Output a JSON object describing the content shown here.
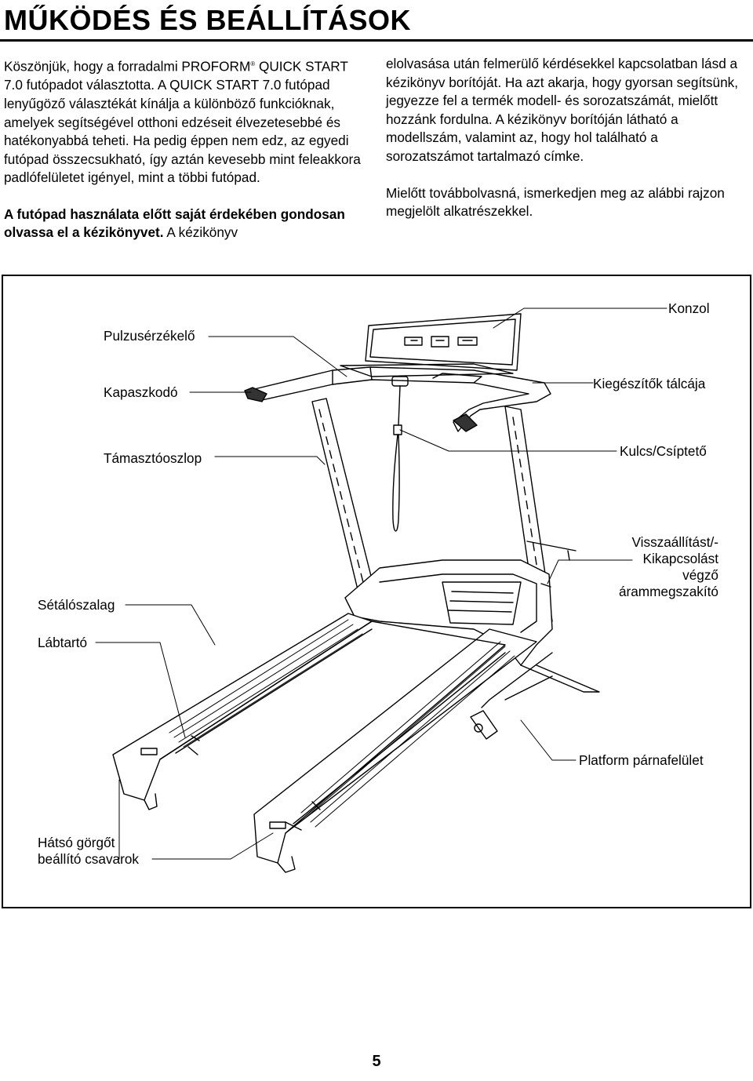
{
  "page": {
    "title": "MŰKÖDÉS ÉS BEÁLLÍTÁSOK",
    "page_number": "5"
  },
  "intro": {
    "p1_a": "Köszönjük, hogy a forradalmi PROFORM",
    "p1_reg": "®",
    "p1_b": " QUICK START 7.0 futópadot választotta. A QUICK START 7.0 futópad lenyűgöző választékát kínálja a különböző funkcióknak, amelyek segítségével otthoni edzéseit élvezetesebbé és hatékonyabbá teheti. Ha pedig éppen nem edz, az egyedi futópad összecsukható, így aztán kevesebb mint feleakkora padlófelületet igényel, mint a többi futópad.",
    "p2_bold": "A futópad használata előtt saját érdekében gondosan olvassa el a kézikönyvet.",
    "p2_rest": " A kézikönyv",
    "p3": "elolvasása után felmerülő kérdésekkel kapcsolatban lásd a kézikönyv borítóját. Ha azt akarja, hogy gyorsan segítsünk, jegyezze fel a termék modell- és sorozatszámát, mielőtt hozzánk fordulna. A kézikönyv borítóján látható a modellszám, valamint az, hogy hol található a sorozatszámot tartalmazó címke.",
    "p4": "Mielőtt továbbolvasná, ismerkedjen meg az alábbi rajzon megjelölt alkatrészekkel."
  },
  "figure": {
    "labels": {
      "konzol": "Konzol",
      "pulzus": "Pulzusérzékelő",
      "kapaszkodo": "Kapaszkodó",
      "tarolo": "Kiegészítők tálcája",
      "tamasz": "Támasztóoszlop",
      "kulcs": "Kulcs/Csíptető",
      "reset_1": "Visszaállítást/-",
      "reset_2": "Kikapcsolást",
      "reset_3": "végző",
      "reset_4": "árammegszakító",
      "szalag": "Sétálószalag",
      "labtarto": "Lábtartó",
      "platform": "Platform párnafelület",
      "gorgo_1": "Hátsó görgőt",
      "gorgo_2": "beállító csavarok"
    }
  }
}
